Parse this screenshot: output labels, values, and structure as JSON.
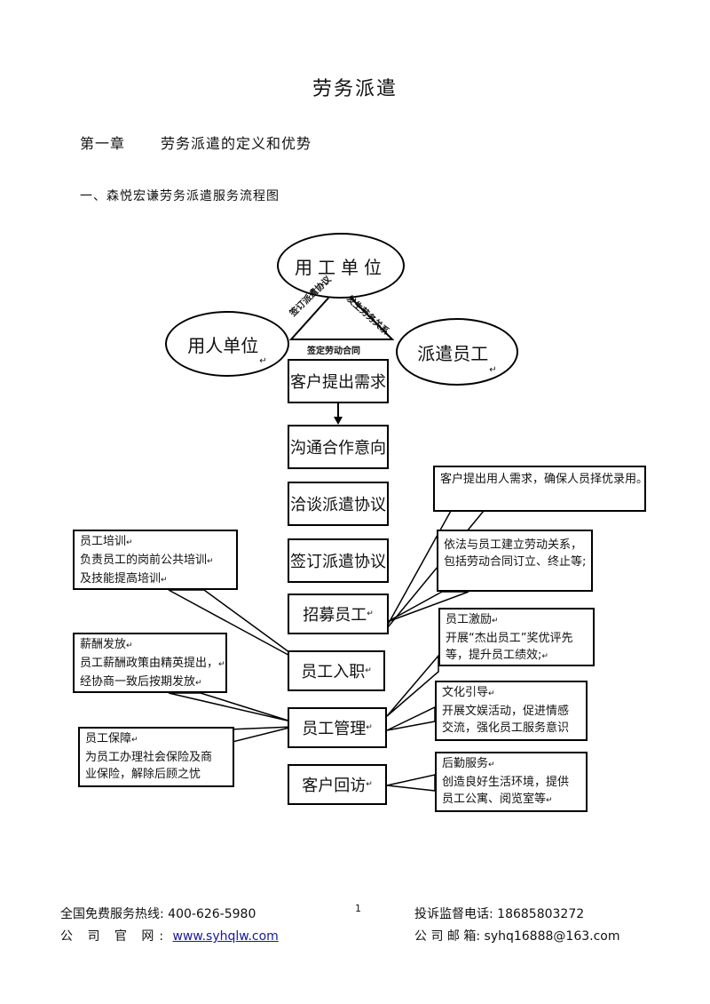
{
  "document": {
    "title": "劳务派遣",
    "chapter_num": "第一章",
    "chapter_title": "劳务派遣的定义和优势",
    "section": "一、森悦宏谦劳务派遣服务流程图"
  },
  "flowchart": {
    "top_ellipse": "用工单位",
    "left_ellipse": "用人单位",
    "right_ellipse": "派遣员工",
    "triangle_left_label": "签订派遣协议",
    "triangle_right_label": "发生劳务关系",
    "triangle_bottom_label": "签定劳动合同",
    "return_mark": "↵",
    "steps": [
      "客户提出需求",
      "沟通合作意向",
      "洽谈派遣协议",
      "签订派遣协议",
      "招募员工",
      "员工入职",
      "员工管理",
      "客户回访"
    ],
    "left_notes": [
      {
        "lines": [
          "员工培训",
          "负责员工的岗前公共培训",
          "及技能提高培训"
        ]
      },
      {
        "lines": [
          "薪酬发放",
          "员工薪酬政策由精英提出，",
          "经协商一致后按期发放"
        ]
      },
      {
        "lines": [
          "员工保障",
          "为员工办理社会保险及商",
          "业保险，解除后顾之忧"
        ]
      }
    ],
    "right_notes": [
      {
        "lines": [
          "客户提出用人需求，确保人员择优录用。"
        ]
      },
      {
        "lines": [
          "依法与员工建立劳动关系，",
          "包括劳动合同订立、终止等;"
        ]
      },
      {
        "lines": [
          "员工激励",
          " 开展“杰出员工”奖优评先",
          "等，提升员工绩效;"
        ]
      },
      {
        "lines": [
          "文化引导",
          "开展文娱活动，促进情感",
          "交流，强化员工服务意识"
        ]
      },
      {
        "lines": [
          "后勤服务",
          "创造良好生活环境，提供",
          "员工公寓、阅览室等"
        ]
      }
    ]
  },
  "footer": {
    "hotline_label": "全国免费服务热线:",
    "hotline": "400-626-5980",
    "page_number": "1",
    "complaint_label": "投诉监督电话:",
    "complaint_phone": "18685803272",
    "website_label": "公 司 官 网:",
    "website": "www.syhqlw.com",
    "email_label": "公 司 邮 箱:",
    "email": "syhq16888@163.com"
  }
}
